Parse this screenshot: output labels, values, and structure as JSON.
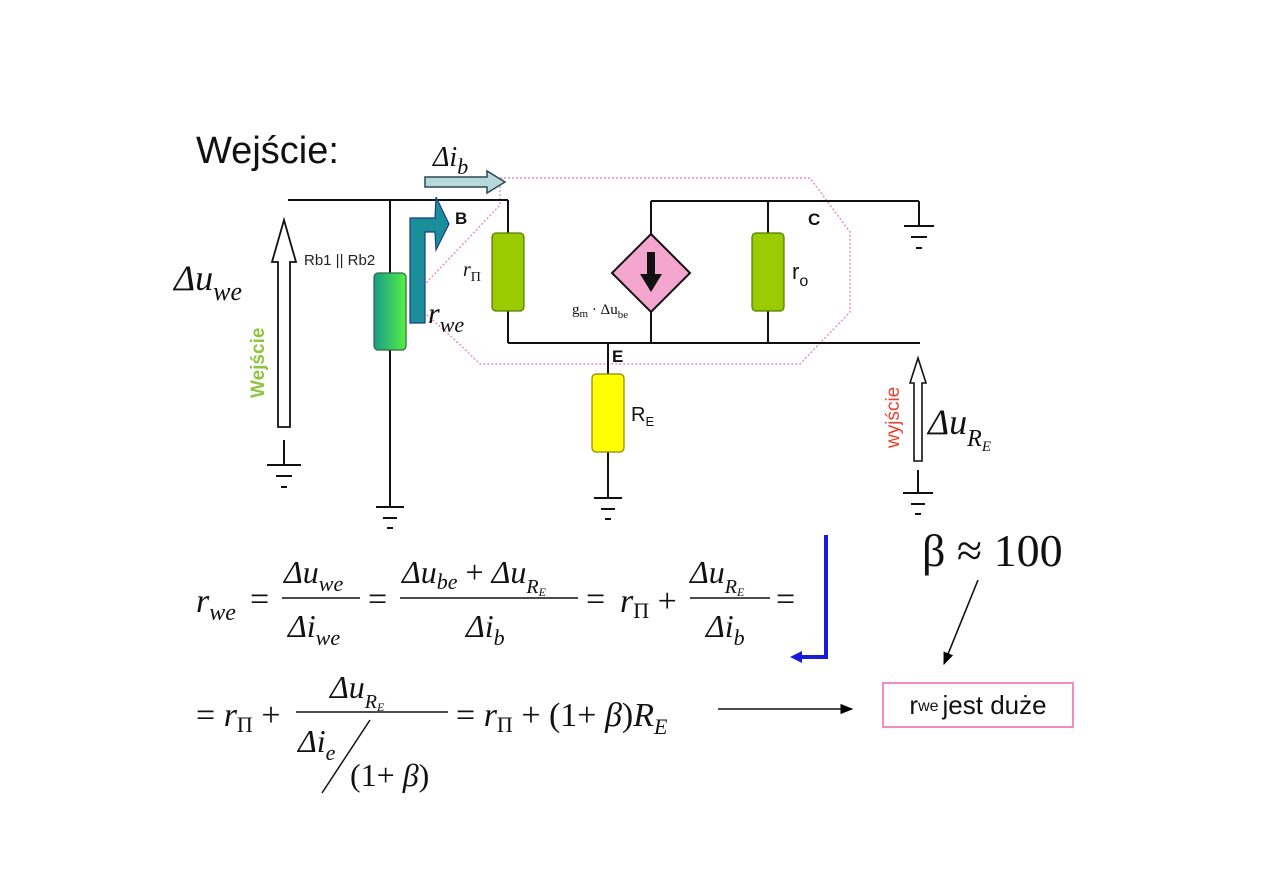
{
  "title": "Wejście:",
  "circuit": {
    "labels": {
      "delta_ib": {
        "base": "Δi",
        "sub": "b"
      },
      "node_B": "B",
      "node_C": "C",
      "node_E": "E",
      "rb": "Rb1 || Rb2",
      "r_pi": {
        "base": "r",
        "sub": "Π"
      },
      "r_we": {
        "base": "r",
        "sub": "we"
      },
      "gm": {
        "gm": "g",
        "gm_sub": "m",
        "dot": " · Δu",
        "sub": "be"
      },
      "r_o": {
        "base": "r",
        "sub": "o"
      },
      "r_E": {
        "base": "R",
        "sub": "E"
      },
      "delta_u_we": {
        "base": "Δu",
        "sub": "we"
      },
      "delta_u_RE": {
        "base": "Δu",
        "sub": "R",
        "subsub": "E"
      },
      "input_vertical": "Wejście",
      "output_vertical": "wyjście"
    },
    "colors": {
      "input_label": "#8cc63f",
      "output_label": "#e8412f",
      "resistor_green": "#99cc00",
      "resistor_yellow": "#ffff00",
      "source_pink": "#f4a6cf",
      "teal_arrow": "#1a8f9a",
      "dotted_outline": "#e58ac8",
      "flow_arrow": "#b8d9dc",
      "blue_return": "#1a1adc",
      "result_box_border": "#f08cc0"
    }
  },
  "equations": {
    "line1": {
      "lhs": {
        "base": "r",
        "sub": "we"
      },
      "eq": "=",
      "frac1": {
        "num": "Δu_we",
        "den": "Δi_we"
      },
      "frac2": {
        "num": "Δu_be + Δu_RE",
        "den": "Δi_b"
      },
      "term": "r_Π +",
      "frac3": {
        "num": "Δu_RE",
        "den": "Δi_b"
      },
      "tail": "="
    },
    "line2": {
      "lead": "= r_Π +",
      "frac": {
        "num": "Δu_RE",
        "den": "Δi_e / (1+β)"
      },
      "result": "= r_Π + (1+ β)R_E"
    },
    "beta": "β ≈ 100",
    "result_box": {
      "base": "r",
      "sub": "we",
      "text": "jest duże"
    }
  }
}
